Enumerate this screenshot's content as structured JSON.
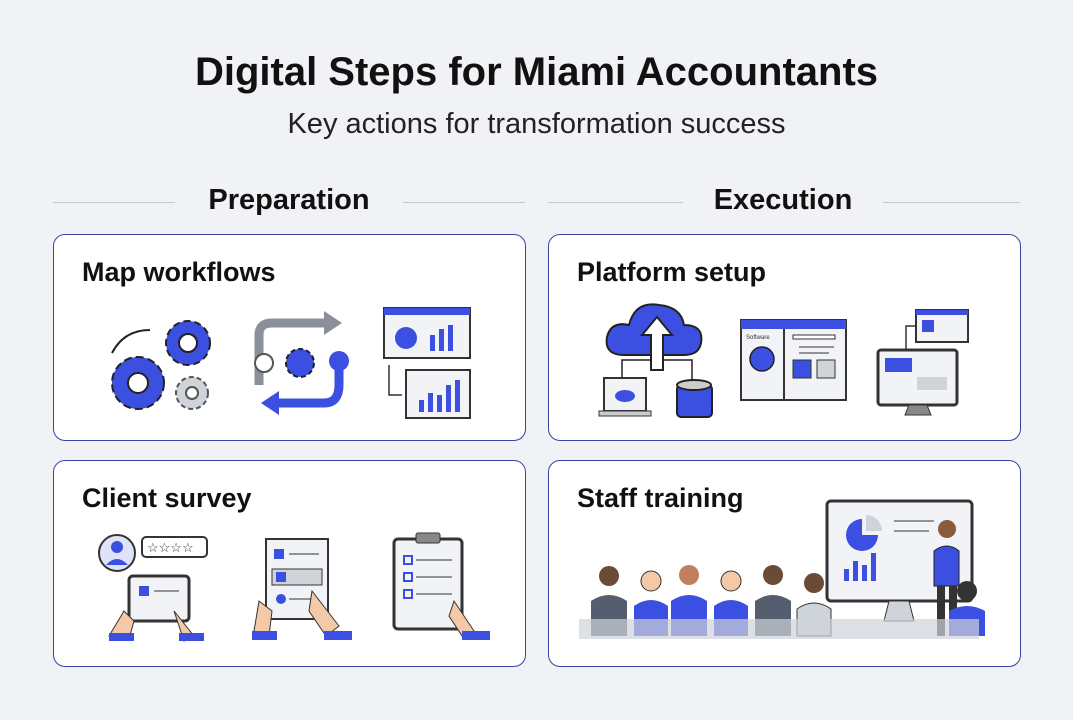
{
  "title": "Digital Steps for Miami Accountants",
  "subtitle": "Key actions for transformation success",
  "sections": [
    {
      "label": "Preparation"
    },
    {
      "label": "Execution"
    }
  ],
  "cards": [
    {
      "title": "Map workflows",
      "icons": [
        "gears-icon",
        "process-flow-icon",
        "charts-icon"
      ]
    },
    {
      "title": "Platform setup",
      "icons": [
        "cloud-upload-icon",
        "software-window-icon",
        "monitor-icon"
      ],
      "software_label": "Software"
    },
    {
      "title": "Client survey",
      "icons": [
        "tablet-rating-icon",
        "form-icon",
        "clipboard-checklist-icon"
      ]
    },
    {
      "title": "Staff training",
      "icons": [
        "presentation-audience-icon"
      ]
    }
  ],
  "colors": {
    "accent": "#3b4fe0",
    "border": "#3a43a0",
    "background": "#f0f2f6"
  }
}
